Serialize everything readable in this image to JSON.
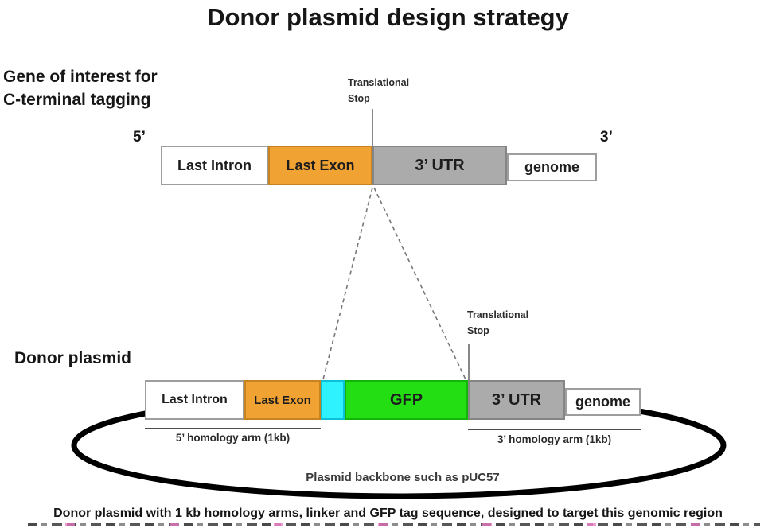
{
  "title": "Donor plasmid design strategy",
  "colors": {
    "orange": "#F0A232",
    "cyan": "#2EF2FE",
    "green": "#23DE13",
    "gray": "#ABABAB",
    "white": "#FFFFFF",
    "backbone_black": "#000000",
    "guide_line_gray": "#777777"
  },
  "top_section": {
    "heading": "Gene of interest for\nC-terminal tagging",
    "five_prime": "5’",
    "three_prime": "3’",
    "stop_label": "Translational\nStop",
    "segments": [
      {
        "name": "last-intron",
        "label": "Last Intron",
        "fill": "#FFFFFF"
      },
      {
        "name": "last-exon",
        "label": "Last Exon",
        "fill": "#F0A232"
      },
      {
        "name": "three-utr",
        "label": "3’ UTR",
        "fill": "#ABABAB"
      },
      {
        "name": "genome",
        "label": "genome",
        "fill": "#FFFFFF"
      }
    ]
  },
  "donor_section": {
    "heading": "Donor plasmid",
    "stop_label": "Translational\nStop",
    "segments": [
      {
        "name": "last-intron",
        "label": "Last Intron",
        "fill": "#FFFFFF"
      },
      {
        "name": "last-exon",
        "label": "Last Exon",
        "fill": "#F0A232"
      },
      {
        "name": "linker",
        "label": "",
        "fill": "#2EF2FE"
      },
      {
        "name": "gfp",
        "label": "GFP",
        "fill": "#23DE13"
      },
      {
        "name": "three-utr",
        "label": "3’ UTR",
        "fill": "#ABABAB"
      },
      {
        "name": "genome",
        "label": "genome",
        "fill": "#FFFFFF"
      }
    ],
    "five_arm_label": "5’ homology arm (1kb)",
    "three_arm_label": "3’ homology arm (1kb)",
    "backbone_label": "Plasmid backbone such as pUC57"
  },
  "caption": "Donor plasmid with 1 kb homology arms, linker and GFP tag sequence, designed to target this genomic region"
}
